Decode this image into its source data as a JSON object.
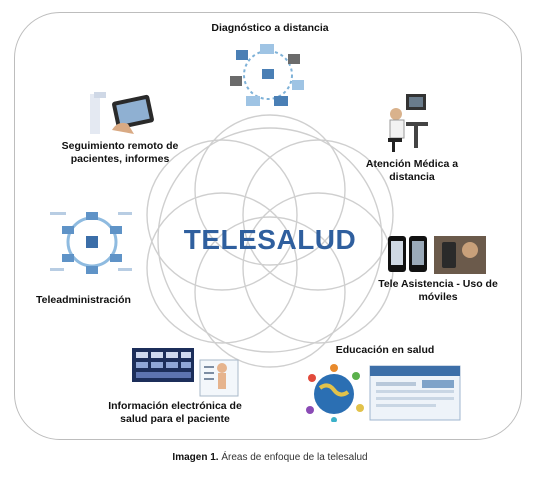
{
  "diagram": {
    "center": "TELESALUD",
    "areas": [
      {
        "id": "diagnostico",
        "label": "Diagnóstico a distancia",
        "icon": "network-diagram-icon"
      },
      {
        "id": "atencion",
        "label": "Atención Médica a distancia",
        "icon": "doctor-workstation-icon"
      },
      {
        "id": "teleasistencia",
        "label": "Tele Asistencia - Uso de móviles",
        "icon": "mobile-phones-icon"
      },
      {
        "id": "educacion",
        "label": "Educación en salud",
        "icon": "globe-website-icon"
      },
      {
        "id": "informacion",
        "label": "Información electrónica de salud para el paciente",
        "icon": "health-record-icon"
      },
      {
        "id": "teleadministracion",
        "label": "Teleadministración",
        "icon": "cycle-diagram-icon"
      },
      {
        "id": "seguimiento",
        "label": "Seguimiento remoto de pacientes, informes",
        "icon": "tablet-hand-icon"
      }
    ]
  },
  "caption": {
    "prefix": "Imagen 1.",
    "text": "Áreas de enfoque de la telesalud"
  },
  "colors": {
    "circle_stroke": "#cfcfcf",
    "frame": "#bdbdbd",
    "title_blue": "#2f5f9e"
  }
}
